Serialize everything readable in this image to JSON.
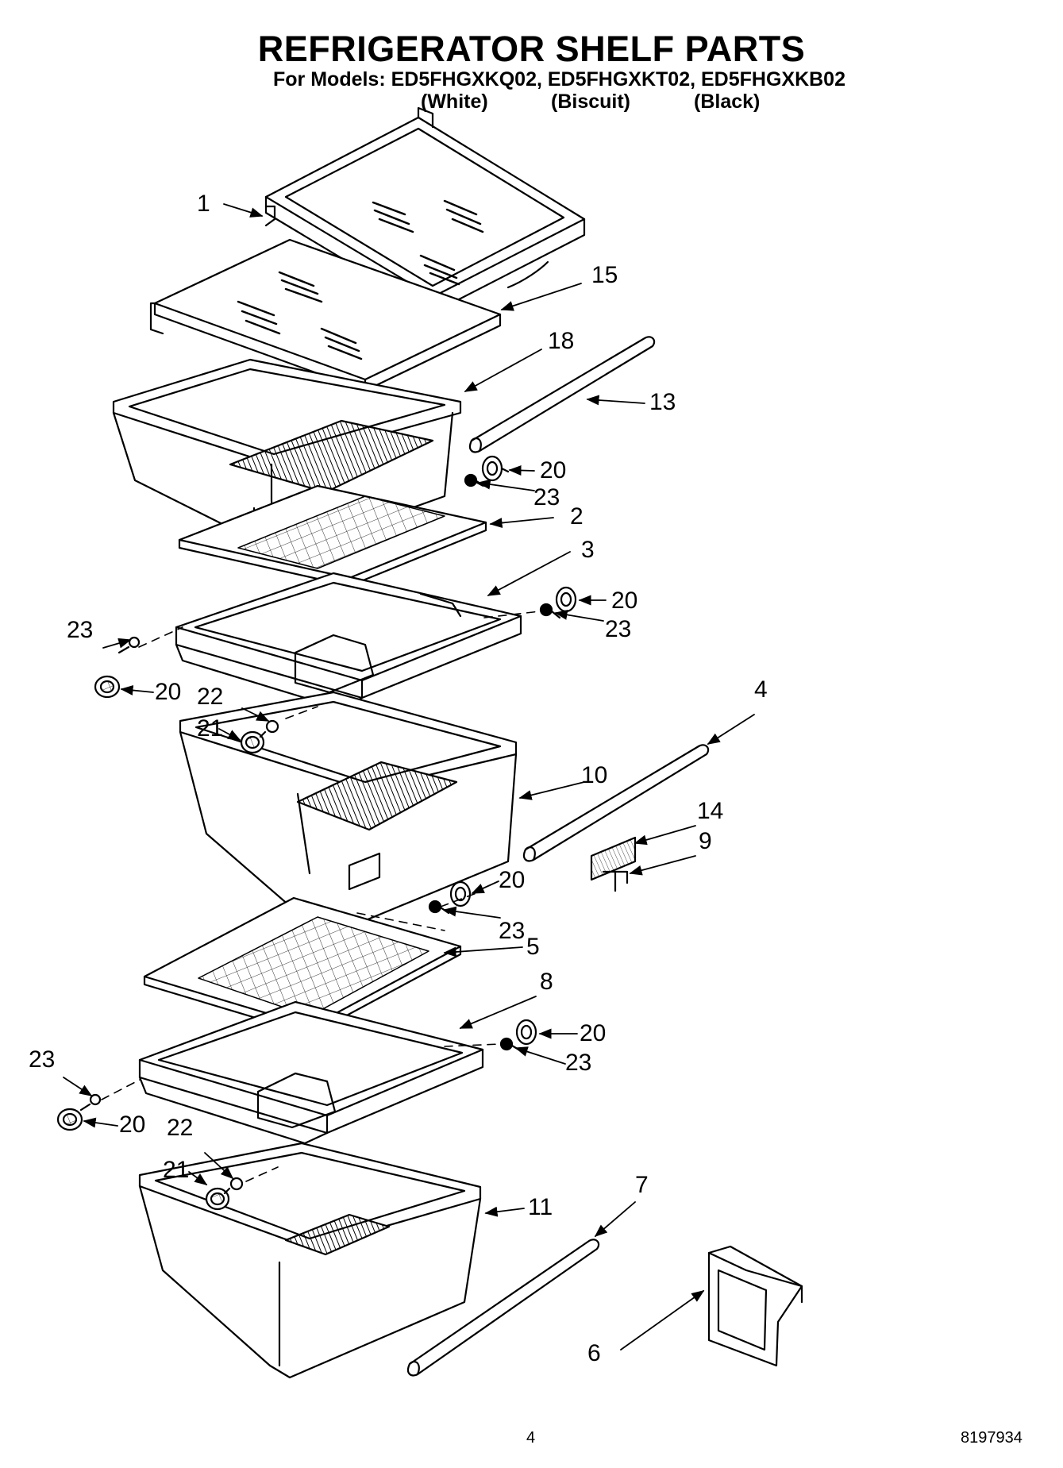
{
  "title": "REFRIGERATOR SHELF PARTS",
  "models_line": "For Models: ED5FHGXKQ02, ED5FHGXKT02, ED5FHGXKB02",
  "colors": [
    "(White)",
    "(Biscuit)",
    "(Black)"
  ],
  "callouts": [
    "1",
    "15",
    "18",
    "13",
    "20",
    "23",
    "2",
    "3",
    "20",
    "23",
    "23",
    "20",
    "22",
    "21",
    "4",
    "10",
    "14",
    "9",
    "20",
    "23",
    "5",
    "8",
    "20",
    "23",
    "23",
    "20",
    "22",
    "21",
    "11",
    "7",
    "6"
  ],
  "page_number": "4",
  "document_number": "8197934"
}
